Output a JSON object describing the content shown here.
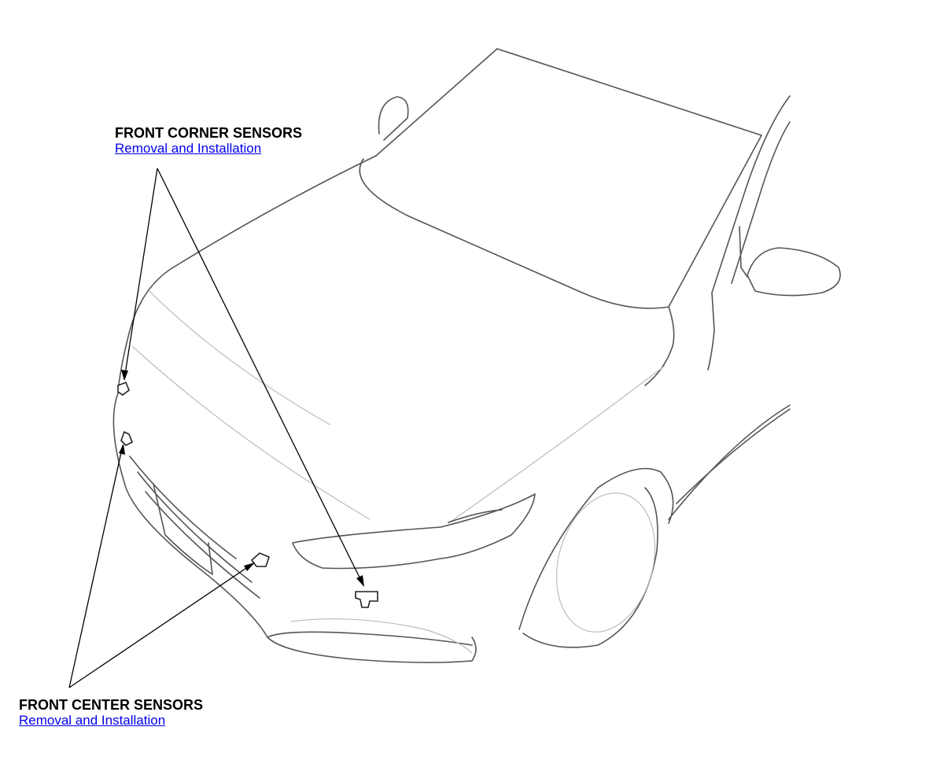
{
  "diagram": {
    "corner_sensors": {
      "title": "FRONT CORNER SENSORS",
      "link": "Removal and Installation"
    },
    "center_sensors": {
      "title": "FRONT CENTER SENSORS",
      "link": "Removal and Installation"
    },
    "colors": {
      "link": "#0000ee",
      "outline": "#555555",
      "leader": "#000000"
    }
  }
}
